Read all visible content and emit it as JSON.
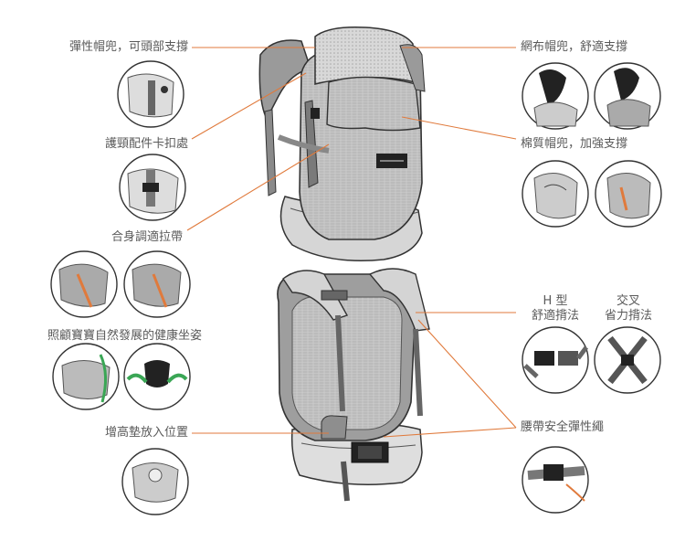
{
  "labels": {
    "left": {
      "hood_support": "彈性帽兜，可頭部支撐",
      "neck_buckle": "護頸配件卡扣處",
      "fit_strap": "合身調適拉帶",
      "healthy_posture": "照顧寶寶自然發展的健康坐姿",
      "booster_position": "增高墊放入位置"
    },
    "right": {
      "mesh_hood": "網布帽兜，舒適支撐",
      "cotton_hood": "棉質帽兜，加強支撐",
      "h_type_line1": "H 型",
      "h_type_line2": "舒適揹法",
      "cross_line1": "交叉",
      "cross_line2": "省力揹法",
      "waist_strap": "腰帶安全彈性繩"
    }
  },
  "colors": {
    "leader_line": "#e07a3c",
    "carrier_body": "#bdbdbd",
    "strap": "#8a8a8a",
    "outline": "#333333",
    "accent_green": "#3aa655"
  }
}
